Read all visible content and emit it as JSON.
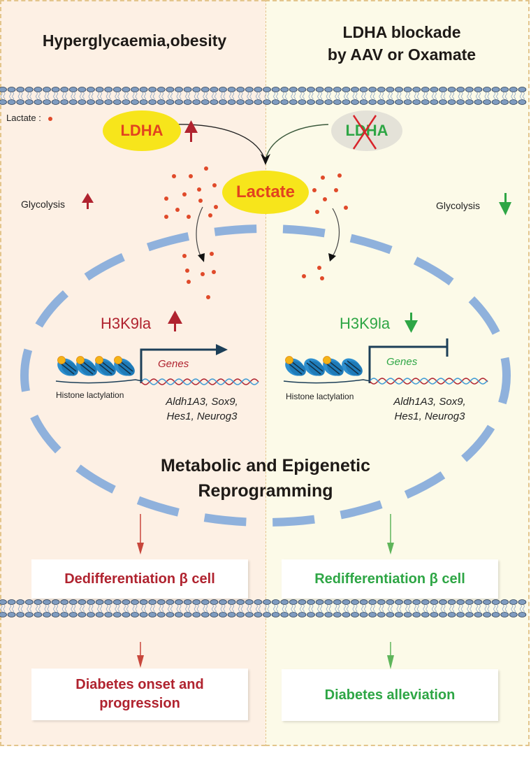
{
  "left_panel": {
    "title": "Hyperglycaemia,obesity",
    "legend_label": "Lactate :",
    "ldha_label": "LDHA",
    "glycolysis_label": "Glycolysis",
    "h3k9la_label": "H3K9la",
    "genes_label": "Genes",
    "histone_label": "Histone lactylation",
    "gene_list_line1": "Aldh1A3, Sox9,",
    "gene_list_line2": "Hes1,  Neurog3",
    "outcome1": "Dedifferentiation β cell",
    "outcome2_line1": "Diabetes onset and",
    "outcome2_line2": "progression",
    "trend": "up"
  },
  "right_panel": {
    "title_line1": "LDHA blockade",
    "title_line2": "by AAV or  Oxamate",
    "ldha_label": "LDHA",
    "ldha_blocked": true,
    "glycolysis_label": "Glycolysis",
    "h3k9la_label": "H3K9la",
    "genes_label": "Genes",
    "histone_label": "Histone lactylation",
    "gene_list_line1": "Aldh1A3, Sox9,",
    "gene_list_line2": "Hes1,  Neurog3",
    "outcome1": "Redifferentiation β cell",
    "outcome2": "Diabetes alleviation",
    "trend": "down"
  },
  "center": {
    "lactate_label": "Lactate",
    "reprogramming_line1": "Metabolic and Epigenetic",
    "reprogramming_line2": "Reprogramming"
  },
  "colors": {
    "up_red": "#b0232f",
    "down_green": "#2ea645",
    "lactate_dot": "#e04a2a",
    "yellow": "#f7e51b",
    "nucleus_blue": "#8fb1dc",
    "ldha_text": "#e2431f"
  }
}
